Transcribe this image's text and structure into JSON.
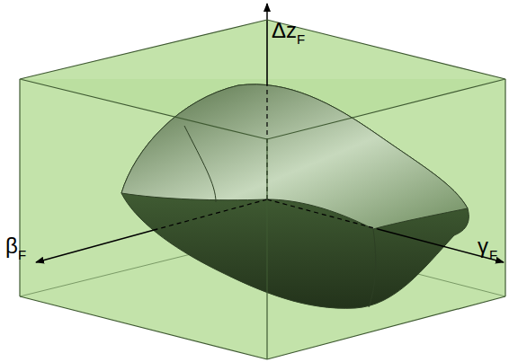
{
  "diagram": {
    "labels": [
      "Δz",
      "F",
      "β",
      "F",
      "γ",
      "F"
    ]
  }
}
